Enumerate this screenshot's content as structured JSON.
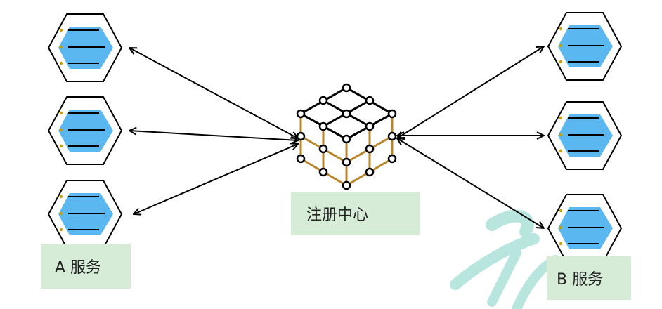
{
  "labels": {
    "service_a": "A 服务",
    "service_b": "B 服务",
    "registry": "注册中心"
  },
  "colors": {
    "hexagon_fill": "#5bb7f0",
    "label_bg": "#d6ecd7",
    "cube_edge": "#b8862b",
    "watermark": "#7fd3c6"
  },
  "nodes": {
    "service_a_instances": 3,
    "service_b_instances": 3
  }
}
